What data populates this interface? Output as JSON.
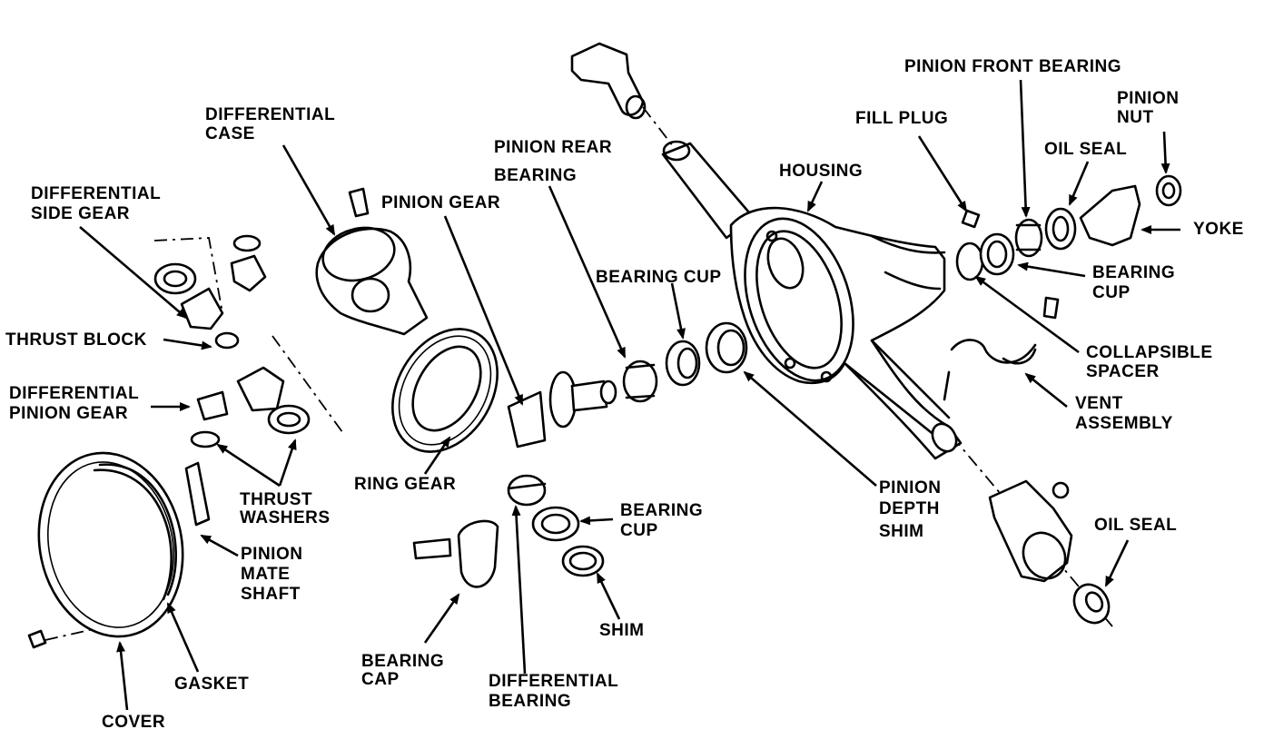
{
  "labels": {
    "differential_case": [
      "DIFFERENTIAL",
      "CASE"
    ],
    "differential_side_gear": [
      "DIFFERENTIAL",
      "SIDE GEAR"
    ],
    "thrust_block": "THRUST BLOCK",
    "differential_pinion_gear": [
      "DIFFERENTIAL",
      "PINION GEAR"
    ],
    "pinion_gear": "PINION GEAR",
    "ring_gear": "RING GEAR",
    "thrust_washers": [
      "THRUST",
      "WASHERS"
    ],
    "pinion_mate_shaft": [
      "PINION",
      "MATE",
      "SHAFT"
    ],
    "gasket": "GASKET",
    "cover": "COVER",
    "bearing_cap": [
      "BEARING",
      "CAP"
    ],
    "differential_bearing": [
      "DIFFERENTIAL",
      "BEARING"
    ],
    "shim": "SHIM",
    "bearing_cup_lower": [
      "BEARING",
      "CUP"
    ],
    "pinion_rear_bearing": [
      "PINION REAR",
      "BEARING"
    ],
    "bearing_cup_mid": "BEARING CUP",
    "housing": "HOUSING",
    "fill_plug": "FILL PLUG",
    "pinion_front_bearing": "PINION FRONT BEARING",
    "pinion_nut": [
      "PINION",
      "NUT"
    ],
    "oil_seal_top": "OIL SEAL",
    "yoke": "YOKE",
    "bearing_cup_right": [
      "BEARING",
      "CUP"
    ],
    "collapsible_spacer": [
      "COLLAPSIBLE",
      "SPACER"
    ],
    "vent_assembly": [
      "VENT",
      "ASSEMBLY"
    ],
    "pinion_depth_shim": [
      "PINION",
      "DEPTH",
      "SHIM"
    ],
    "oil_seal_bottom": "OIL SEAL"
  }
}
